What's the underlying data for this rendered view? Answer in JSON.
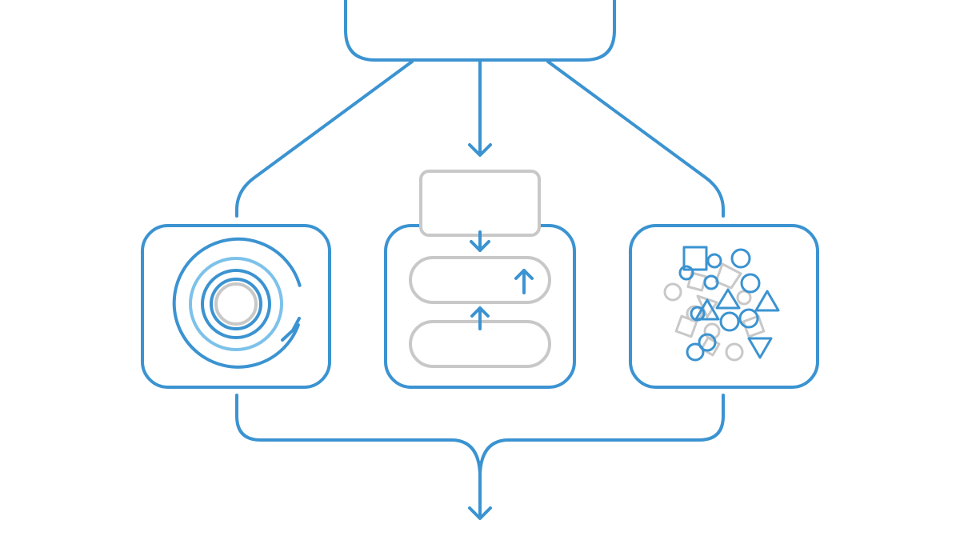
{
  "diagram": {
    "colors": {
      "primary_blue": "#3b93d1",
      "light_blue": "#7cc2ea",
      "gray": "#c8c8c8",
      "background": "#ffffff"
    },
    "nodes": [
      {
        "id": "top-node",
        "text": ""
      },
      {
        "id": "circular-process-node",
        "text": "",
        "icon": "concentric-rings-cycle-icon"
      },
      {
        "id": "stacked-process-node",
        "text": "",
        "icon": "stacked-layers-icon"
      },
      {
        "id": "mixed-shapes-node",
        "text": "",
        "icon": "scattered-shapes-icon"
      }
    ],
    "connectors": [
      {
        "from": "top-node",
        "to": "circular-process-node"
      },
      {
        "from": "top-node",
        "to": "stacked-process-node"
      },
      {
        "from": "top-node",
        "to": "mixed-shapes-node"
      },
      {
        "from": "circular-process-node",
        "to": "output"
      },
      {
        "from": "stacked-process-node",
        "to": "output"
      },
      {
        "from": "mixed-shapes-node",
        "to": "output"
      }
    ]
  }
}
